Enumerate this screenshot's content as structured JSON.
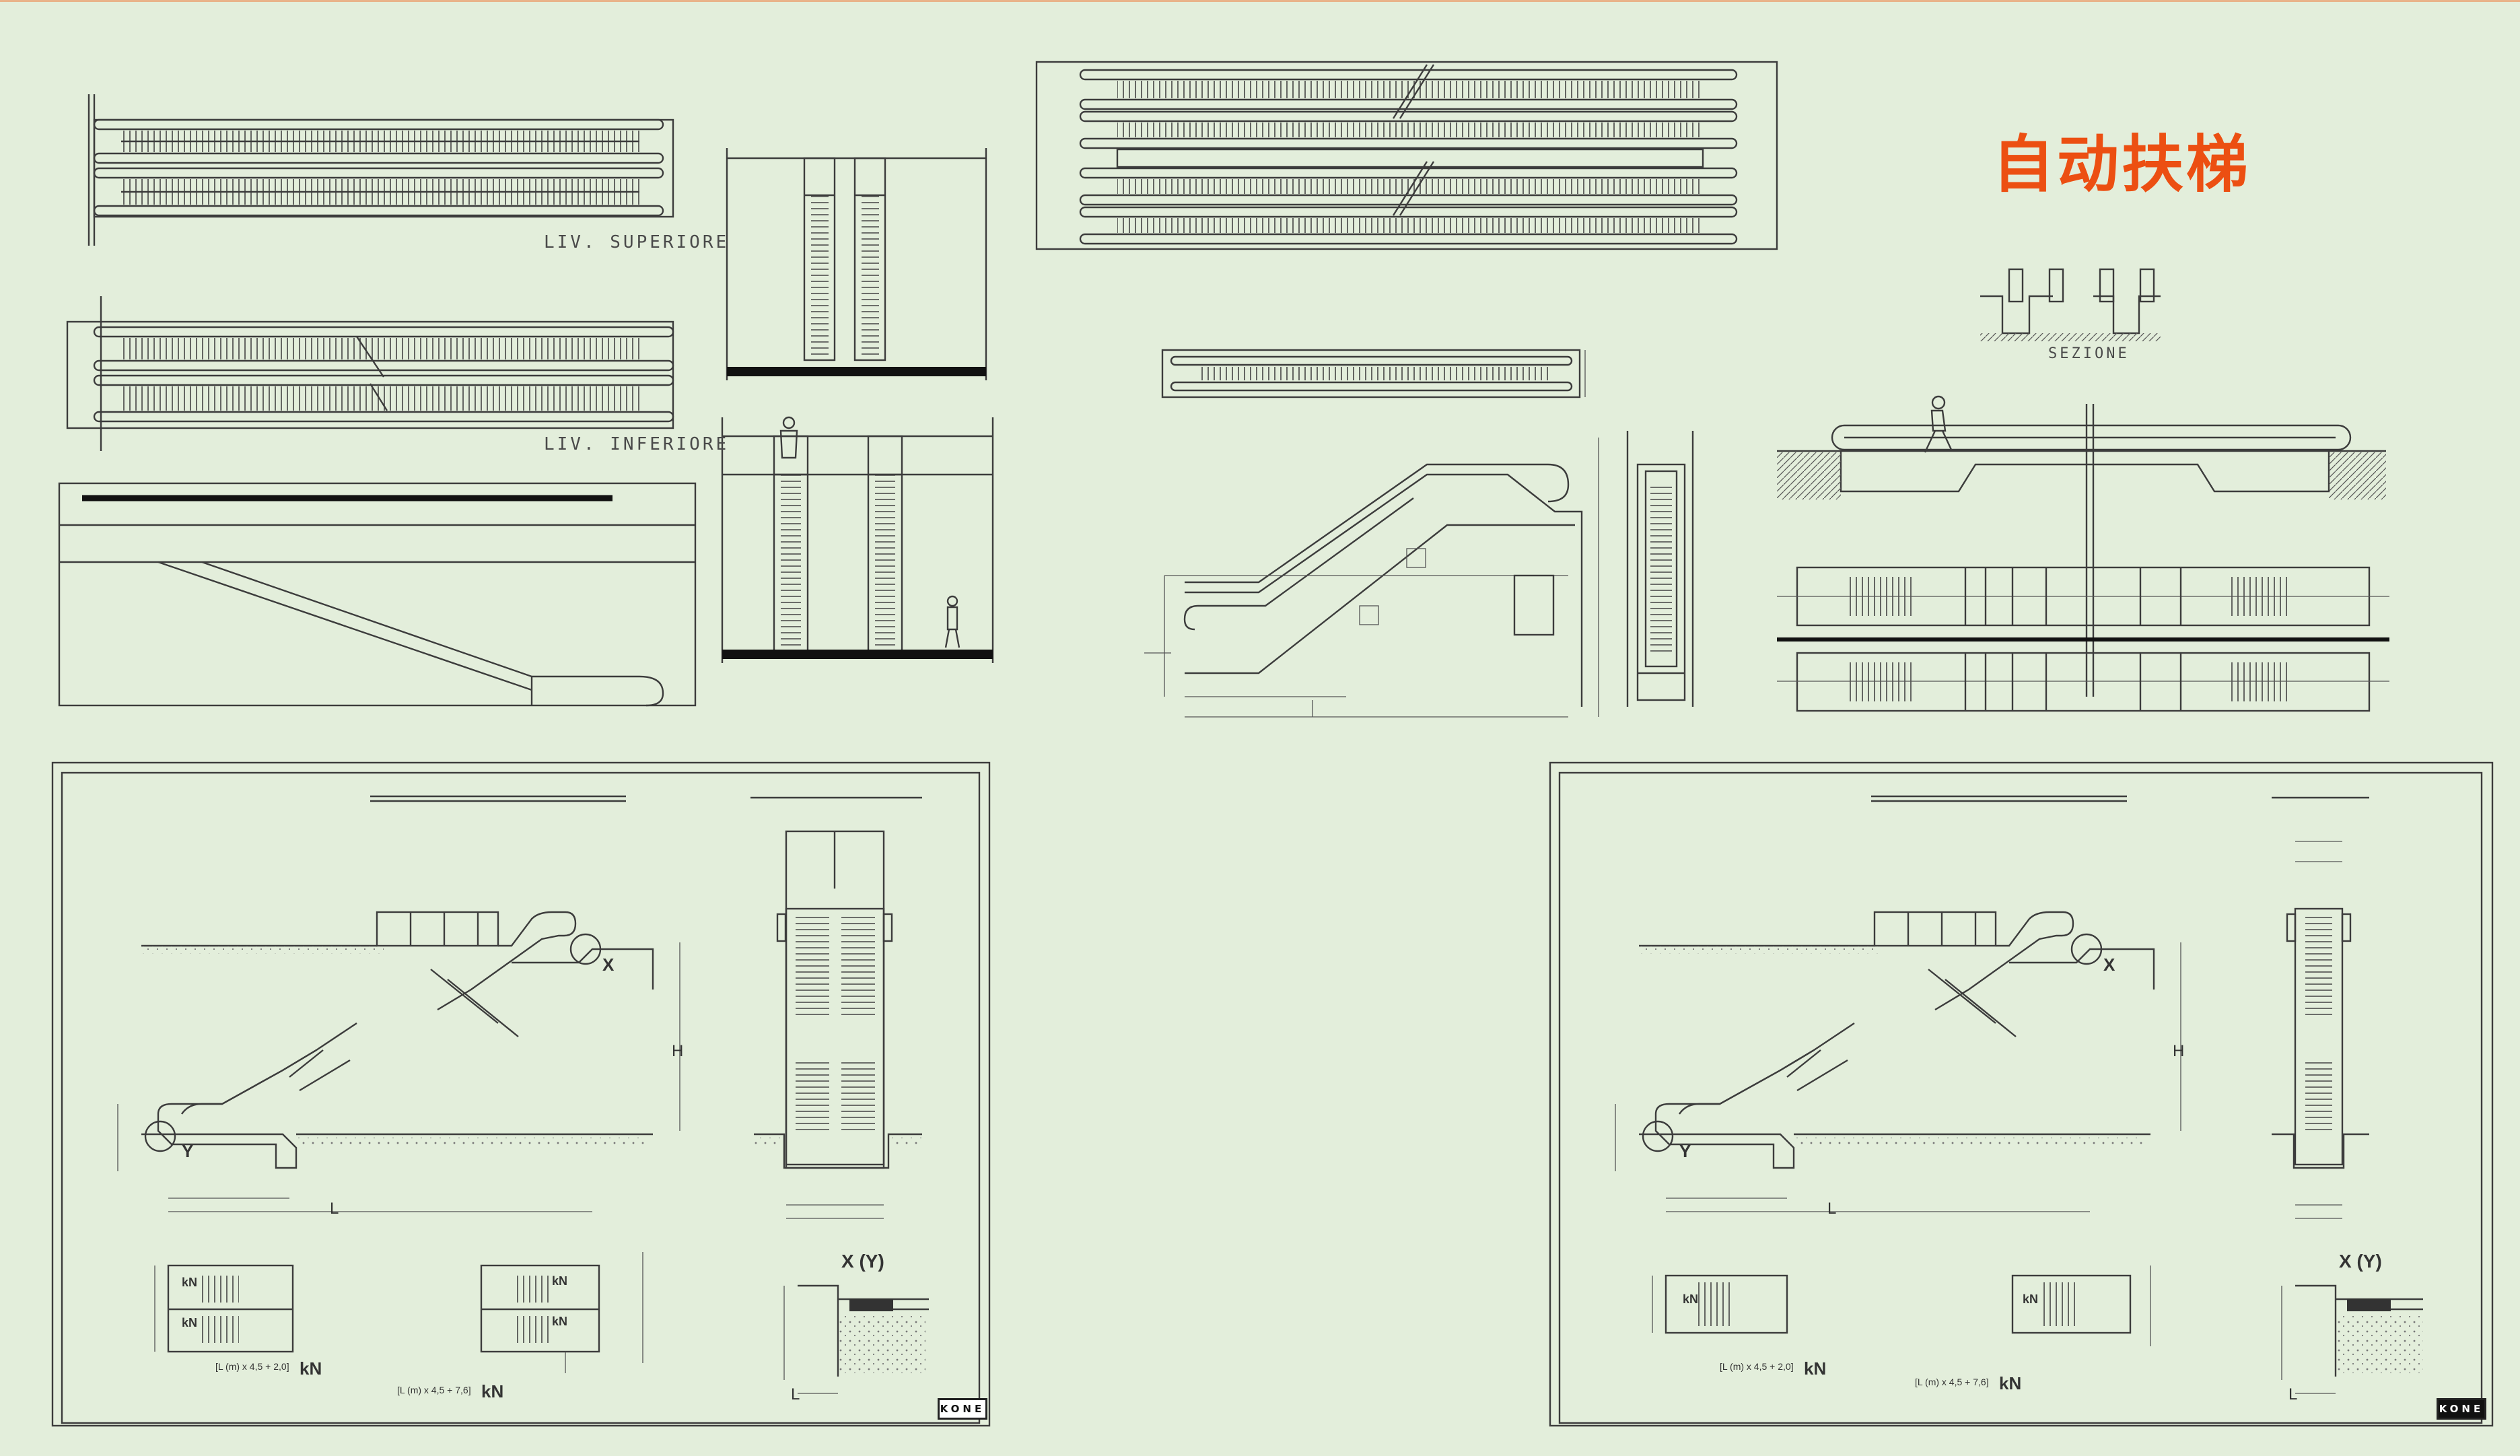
{
  "title": "自动扶梯",
  "labels": {
    "upper_level": "LIV. SUPERIORE",
    "lower_level": "LIV. INFERIORE",
    "section": "SEZIONE"
  },
  "sheets": [
    {
      "detail_x": "X",
      "detail_y": "Y",
      "height": "H",
      "length": "L",
      "detail_title": "X (Y)",
      "load_formula_1": "[L (m) x 4,5  + 2,0]",
      "load_formula_2": "[L (m) x 4,5  + 7,6]",
      "kn": "kN",
      "logo": "KONE"
    },
    {
      "detail_x": "X",
      "detail_y": "Y",
      "height": "H",
      "length": "L",
      "detail_title": "X (Y)",
      "load_formula_1": "[L (m) x 4,5  + 2,0]",
      "load_formula_2": "[L (m) x 4,5  + 7,6]",
      "kn": "kN",
      "logo": "KONE"
    }
  ],
  "colors": {
    "background": "#e3eedb",
    "title": "#ec4f12",
    "line": "#3c3c3c"
  }
}
